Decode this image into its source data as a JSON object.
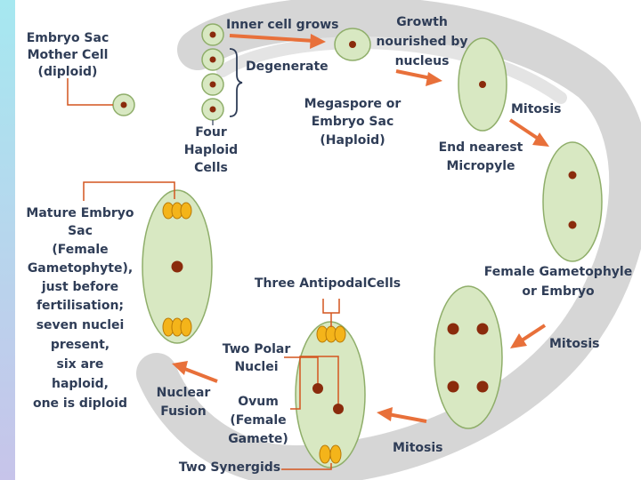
{
  "labels": {
    "mother_cell_1": "Embryo Sac",
    "mother_cell_2": "Mother Cell",
    "mother_cell_3": "(diploid)",
    "inner_cell_grows": "Inner cell grows",
    "degenerate": "Degenerate",
    "four_haploid_1": "Four",
    "four_haploid_2": "Haploid",
    "four_haploid_3": "Cells",
    "growth_1": "Growth",
    "growth_2": "nourished by",
    "growth_3": "nucleus",
    "megaspore_1": "Megaspore or",
    "megaspore_2": "Embryo Sac",
    "megaspore_3": "(Haploid)",
    "mitosis_top": "Mitosis",
    "end_nearest_1": "End nearest",
    "end_nearest_2": "Micropyle",
    "female_gametophyte_1": "Female Gametophyle",
    "female_gametophyte_2": "or Embryo",
    "mitosis_right": "Mitosis",
    "mitosis_bottom": "Mitosis",
    "three_antipodal": "Three AntipodalCells",
    "two_polar_1": "Two Polar",
    "two_polar_2": "Nuclei",
    "ovum_1": "Ovum",
    "ovum_2": "(Female",
    "ovum_3": "Gamete)",
    "two_synergids": "Two Synergids",
    "nuclear_fusion_1": "Nuclear",
    "nuclear_fusion_2": "Fusion",
    "mature_1": "Mature Embryo",
    "mature_2": "Sac",
    "mature_3": "(Female",
    "mature_4": "Gametophyte),",
    "mature_5": "just before",
    "mature_6": "fertilisation;",
    "mature_7": "seven nuclei",
    "mature_8": "present,",
    "mature_9": "six are",
    "mature_10": "haploid,",
    "mature_11": "one is diploid"
  },
  "colors": {
    "cell_fill": "#d8e8c2",
    "cell_stroke": "#8fae6a",
    "nucleus": "#8a2b0c",
    "arrow": "#e8703a",
    "cycle_band": "#d6d6d6",
    "text": "#2f3d57",
    "pointer": "#d4551f",
    "synergid_fill": "#f4b41a",
    "left_bar_top": "#a6e8f0",
    "left_bar_bottom": "#c7c4ea"
  }
}
